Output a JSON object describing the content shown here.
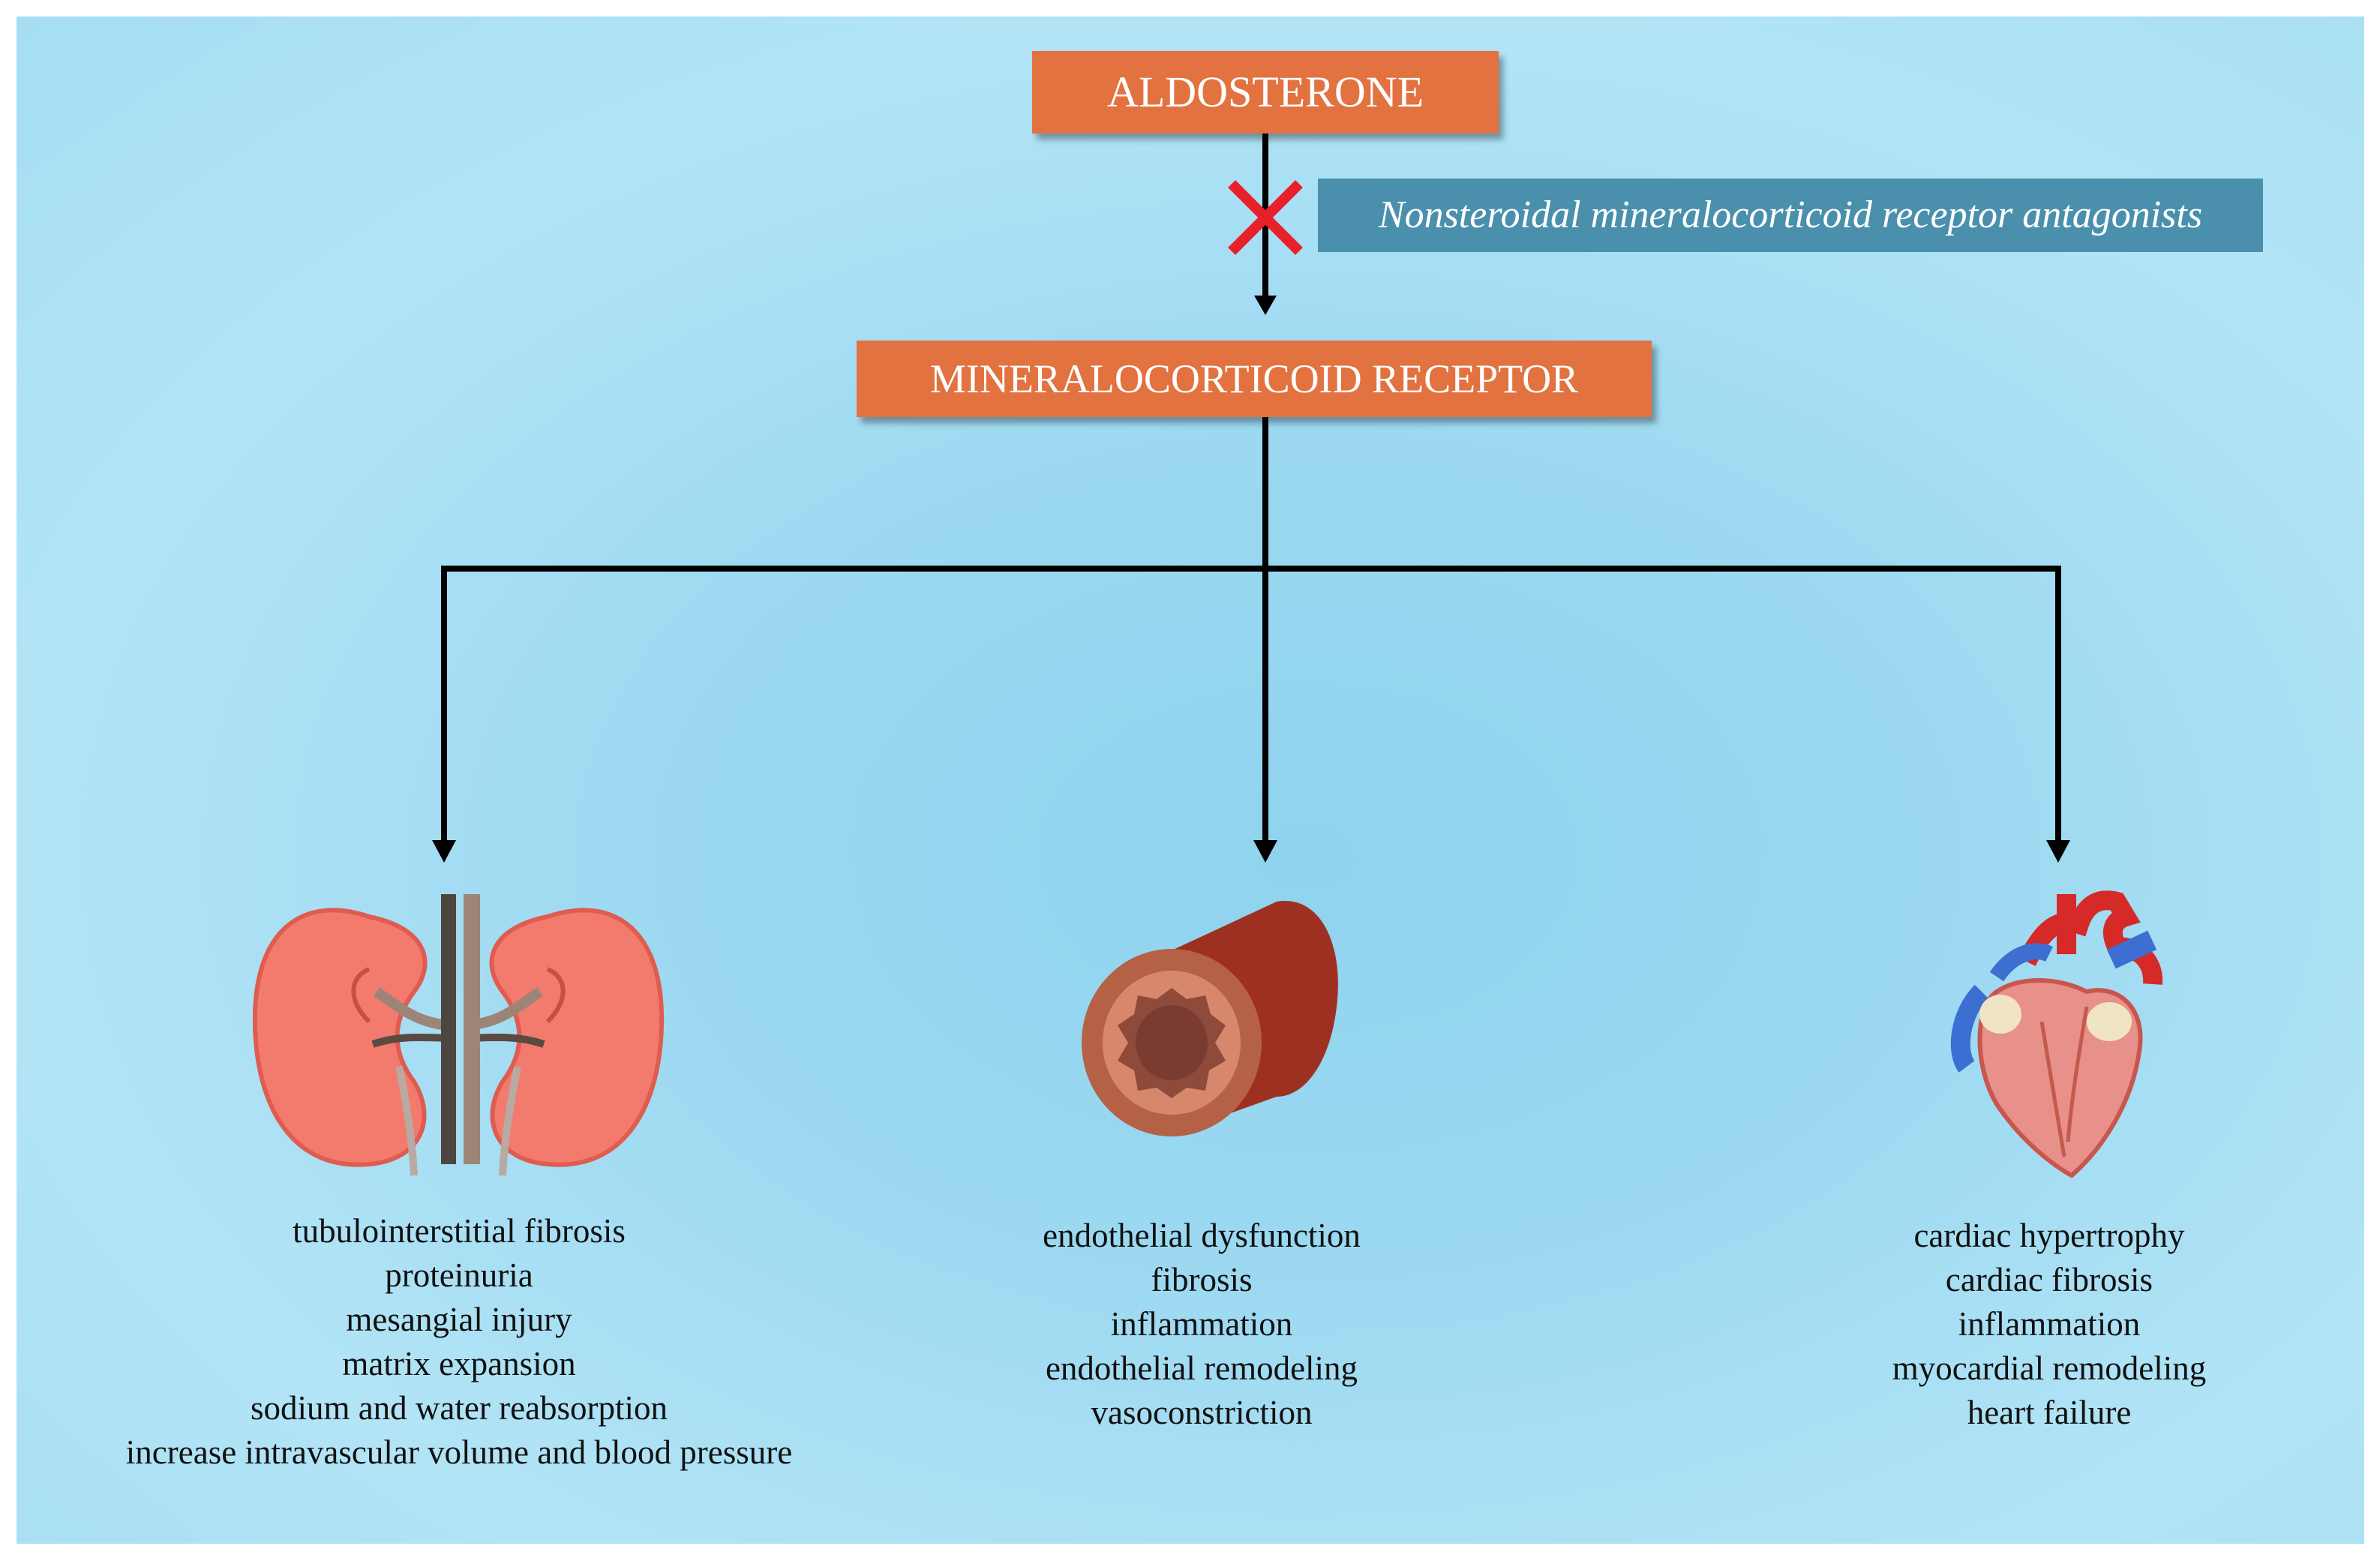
{
  "diagram": {
    "top_node": {
      "label": "ALDOSTERONE"
    },
    "inhibitor": {
      "label": "Nonsteroidal mineralocorticoid receptor antagonists",
      "block_icon": "red-x-icon"
    },
    "receptor_node": {
      "label": "MINERALOCORTICOID RECEPTOR"
    },
    "branches": [
      {
        "organ_icon": "kidney-icon",
        "effects": [
          "tubulointerstitial fibrosis",
          "proteinuria",
          "mesangial injury",
          "matrix expansion",
          "sodium and water reabsorption",
          "increase intravascular volume and blood pressure"
        ]
      },
      {
        "organ_icon": "blood-vessel-icon",
        "effects": [
          "endothelial dysfunction",
          "fibrosis",
          "inflammation",
          "endothelial remodeling",
          "vasoconstriction"
        ]
      },
      {
        "organ_icon": "heart-icon",
        "effects": [
          "cardiac hypertrophy",
          "cardiac fibrosis",
          "inflammation",
          "myocardial remodeling",
          "heart failure"
        ]
      }
    ]
  },
  "colors": {
    "node_fill": "#e27240",
    "inhibitor_fill": "#4a90ad",
    "block_x": "#e8202a",
    "background": "#a5ddf3"
  }
}
